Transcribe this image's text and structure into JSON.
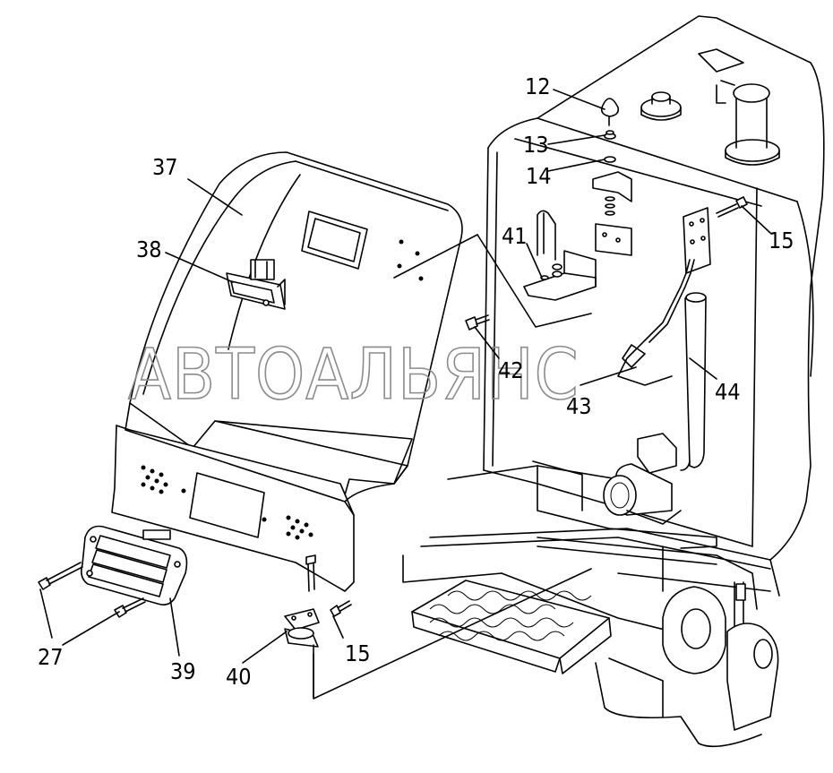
{
  "watermark": "АВТОАЛЬЯНС",
  "callouts": [
    {
      "id": "12",
      "label": "12"
    },
    {
      "id": "13",
      "label": "13"
    },
    {
      "id": "14",
      "label": "14"
    },
    {
      "id": "15a",
      "label": "15"
    },
    {
      "id": "37",
      "label": "37"
    },
    {
      "id": "38",
      "label": "38"
    },
    {
      "id": "41",
      "label": "41"
    },
    {
      "id": "42",
      "label": "42"
    },
    {
      "id": "43",
      "label": "43"
    },
    {
      "id": "44",
      "label": "44"
    },
    {
      "id": "27",
      "label": "27"
    },
    {
      "id": "39",
      "label": "39"
    },
    {
      "id": "40",
      "label": "40"
    },
    {
      "id": "15b",
      "label": "15"
    }
  ]
}
